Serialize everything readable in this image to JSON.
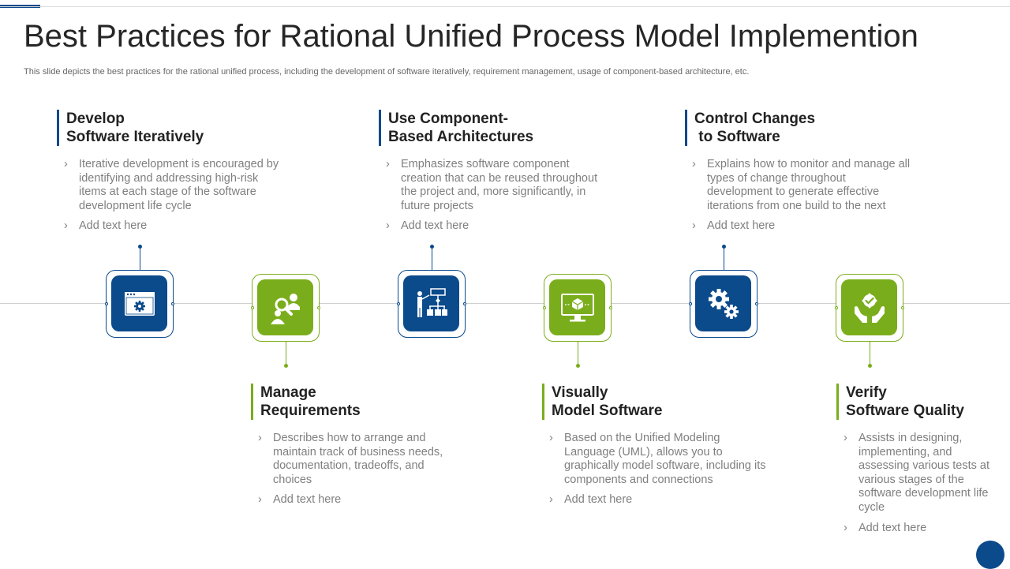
{
  "title": "Best Practices for Rational Unified Process Model Implemention",
  "subtitle": "This slide depicts the best practices for the rational unified process, including the development of software iteratively, requirement management, usage of component-based architecture, etc.",
  "colors": {
    "primary_blue": "#0b4a8b",
    "accent_green": "#7aad1c",
    "timeline_gray": "#cfcfcf"
  },
  "practices": [
    {
      "heading_line1": "Develop",
      "heading_line2": "Software Iteratively",
      "description": "Iterative development is encouraged by identifying and addressing high-risk items at each stage of the software development life cycle",
      "extra": "Add text here",
      "icon": "browser-settings-icon",
      "color": "blue"
    },
    {
      "heading_line1": "Manage",
      "heading_line2": "Requirements",
      "description": "Describes how to arrange and maintain track of business needs, documentation, tradeoffs, and choices",
      "extra": "Add text here",
      "icon": "people-search-icon",
      "color": "green"
    },
    {
      "heading_line1": "Use Component-",
      "heading_line2": "Based Architectures",
      "description": "Emphasizes software component creation that can be reused throughout the project and, more significantly, in future projects",
      "extra": "Add text here",
      "icon": "presentation-flowchart-icon",
      "color": "blue"
    },
    {
      "heading_line1": "Visually",
      "heading_line2": "Model Software",
      "description": "Based on the Unified Modeling Language (UML), allows you to graphically model software, including its components and connections",
      "extra": "Add text here",
      "icon": "monitor-cube-icon",
      "color": "green"
    },
    {
      "heading_line1": "Control Changes",
      "heading_line2": " to Software",
      "description": "Explains how to monitor and manage all types of change throughout development to generate effective iterations from one build to the next",
      "extra": "Add text here",
      "icon": "gears-icon",
      "color": "blue"
    },
    {
      "heading_line1": "Verify",
      "heading_line2": "Software Quality",
      "description": "Assists in designing, implementing, and assessing various tests at various stages of the software development life cycle",
      "extra": "Add text here",
      "icon": "hands-quality-badge-icon",
      "color": "green"
    }
  ]
}
